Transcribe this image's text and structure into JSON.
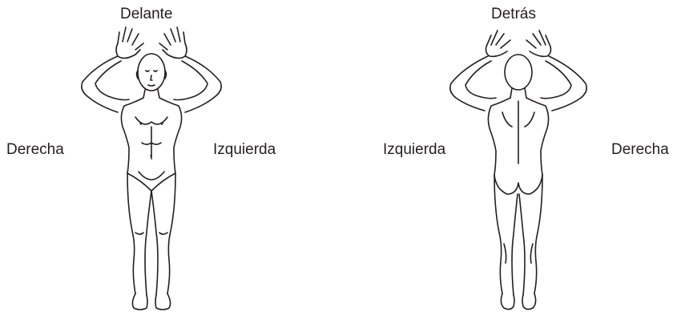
{
  "front": {
    "title": "Delante",
    "side_right": "Derecha",
    "side_left": "Izquierda"
  },
  "back": {
    "title": "Detrás",
    "side_left": "Izquierda",
    "side_right": "Derecha"
  },
  "colors": {
    "ink": "#231f20",
    "background": "#ffffff"
  }
}
